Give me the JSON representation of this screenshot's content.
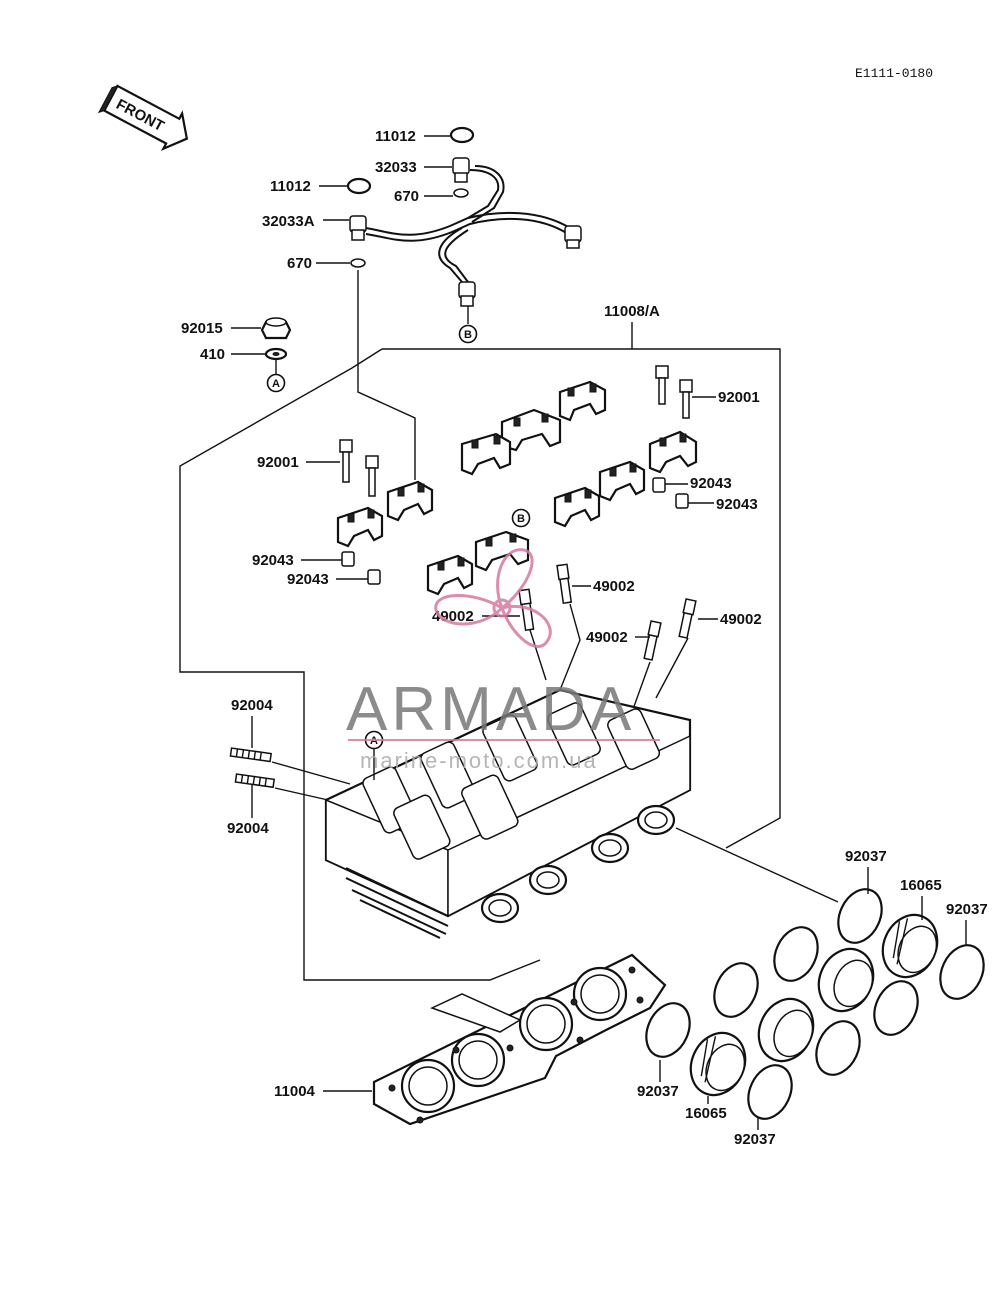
{
  "diagram_code": "E1111-0180",
  "front_arrow_label": "FRONT",
  "watermark": {
    "brand": "ARMADA",
    "tagline": "marine-moto.com.ua",
    "color": "#d47a9f"
  },
  "ref_markers": {
    "a": "A",
    "b": "B"
  },
  "labels": {
    "p11012_top": "11012",
    "p32033": "32033",
    "p11012_left": "11012",
    "p670_top": "670",
    "p32033A": "32033A",
    "p670_left": "670",
    "p11008A": "11008/A",
    "p92015": "92015",
    "p410": "410",
    "p92001_right": "92001",
    "p92001_left": "92001",
    "p92043_r1": "92043",
    "p92043_r2": "92043",
    "p92043_l1": "92043",
    "p92043_l2": "92043",
    "p49002_a": "49002",
    "p49002_b": "49002",
    "p49002_c": "49002",
    "p49002_d": "49002",
    "p92004_top": "92004",
    "p92004_bot": "92004",
    "p92037_a": "92037",
    "p16065_a": "16065",
    "p92037_b": "92037",
    "p11004": "11004",
    "p92037_c": "92037",
    "p16065_b": "16065",
    "p92037_d": "92037"
  }
}
